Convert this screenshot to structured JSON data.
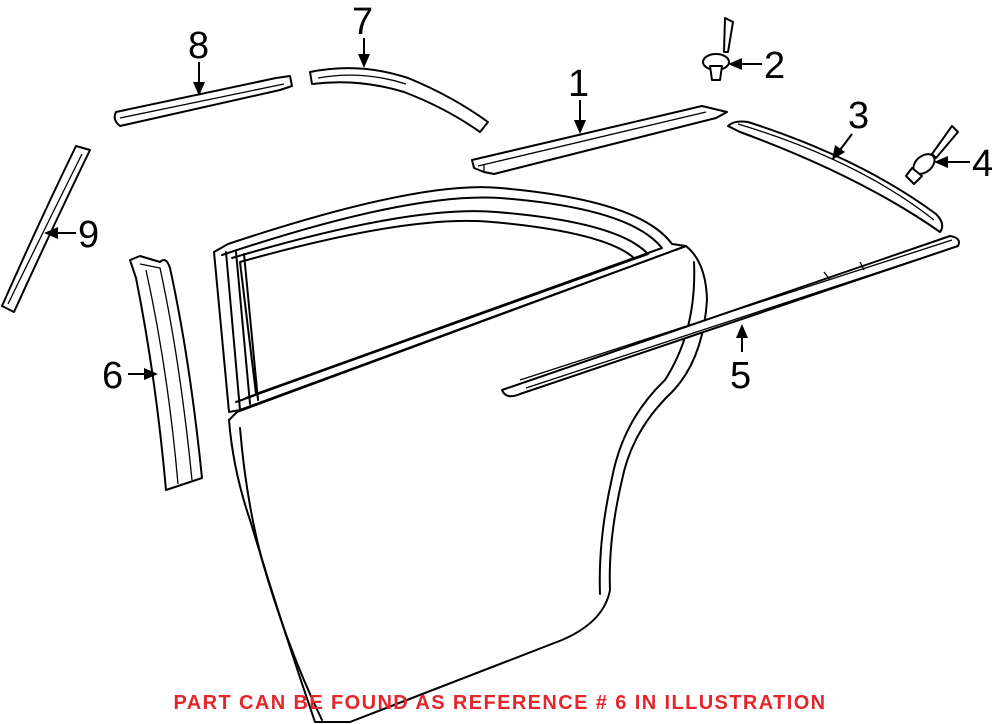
{
  "diagram": {
    "callouts": [
      {
        "id": "callout-1",
        "label": "1"
      },
      {
        "id": "callout-2",
        "label": "2"
      },
      {
        "id": "callout-3",
        "label": "3"
      },
      {
        "id": "callout-4",
        "label": "4"
      },
      {
        "id": "callout-5",
        "label": "5"
      },
      {
        "id": "callout-6",
        "label": "6"
      },
      {
        "id": "callout-7",
        "label": "7"
      },
      {
        "id": "callout-8",
        "label": "8"
      },
      {
        "id": "callout-9",
        "label": "9"
      }
    ],
    "note": "PART CAN BE FOUND AS REFERENCE # 6 IN ILLUSTRATION",
    "colors": {
      "note": "#e4262c",
      "lines": "#000000",
      "background": "#ffffff"
    }
  }
}
